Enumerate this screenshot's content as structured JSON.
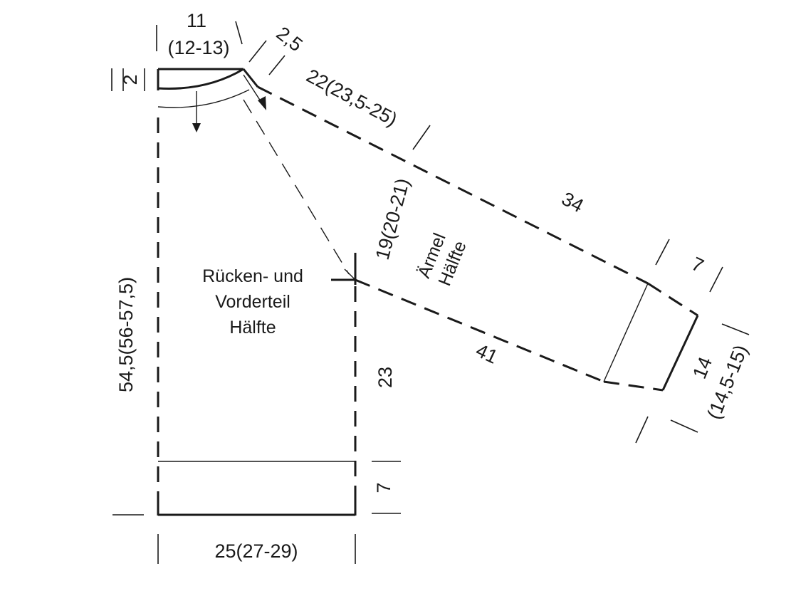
{
  "body_piece": {
    "label_line1": "Rücken- und",
    "label_line2": "Vorderteil",
    "label_line3": "Hälfte",
    "width": "25(27-29)",
    "height": "54,5(56-57,5)",
    "side_height": "23",
    "rib_height": "7",
    "neck_width_line1": "11",
    "neck_width_line2": "(12-13)",
    "neck_depth": "2"
  },
  "sleeve_piece": {
    "label_line1": "Ärmel",
    "label_line2": "Hälfte",
    "shoulder_width": "2,5",
    "top_length": "22(23,5-25)",
    "top_length_lower": "34",
    "underarm_length": "41",
    "upper_width": "19(20-21)",
    "cuff_length": "7",
    "cuff_width_line1": "14",
    "cuff_width_line2": "(14,5-15)"
  }
}
